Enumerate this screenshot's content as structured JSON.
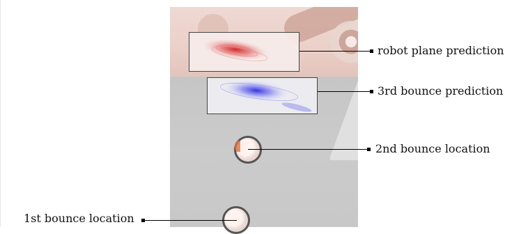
{
  "annotations": {
    "robot_plane": "robot plane prediction",
    "bounce3": "3rd bounce prediction",
    "bounce2": "2nd bounce location",
    "bounce1": "1st bounce location"
  },
  "colors": {
    "robot_plane_heatmap": "#d63a3a",
    "bounce3_heatmap": "#3a3ae6",
    "table": "#c8c8c8",
    "ring": "#555555"
  }
}
